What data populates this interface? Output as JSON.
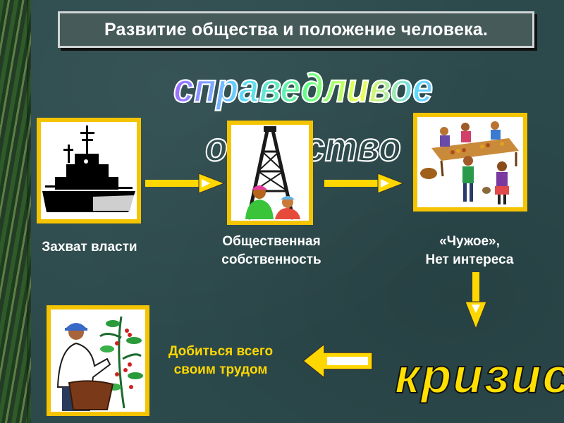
{
  "slide": {
    "title": "Развитие общества и положение человека.",
    "heading": "справедливое общество",
    "crisis": "кризис"
  },
  "stages": [
    {
      "label": "Захват власти"
    },
    {
      "label_line1": "Общественная",
      "label_line2": "собственность"
    },
    {
      "label_line1": "«Чужое»,",
      "label_line2": "Нет интереса"
    },
    {
      "label_line1": "Добиться всего",
      "label_line2": "своим трудом"
    }
  ],
  "colors": {
    "frame": "#f5c400",
    "arrow": "#ffd700",
    "background": "#2c4a4c"
  }
}
